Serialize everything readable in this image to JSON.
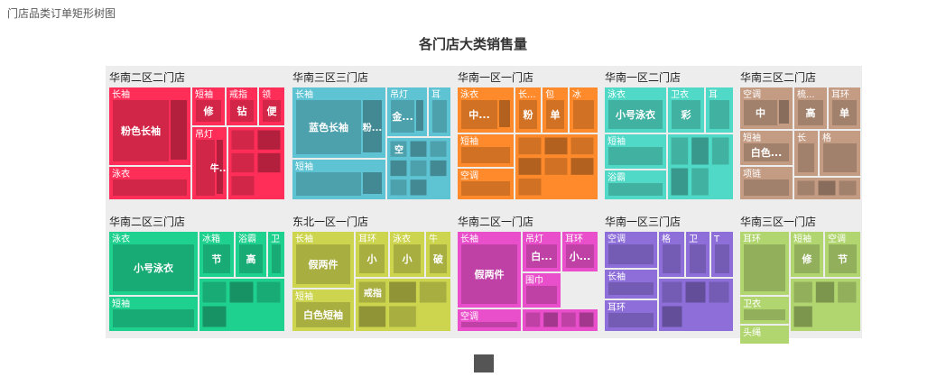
{
  "page": {
    "title": "门店品类订单矩形树图"
  },
  "chart_data": {
    "type": "treemap",
    "title": "各门店大类销售量",
    "colors": [
      "#ff2e58",
      "#5ec4d3",
      "#ff8a2c",
      "#4fd9c6",
      "#c49c84",
      "#1fd18f",
      "#cdd44e",
      "#e94fca",
      "#8e6fda",
      "#b2d66f"
    ],
    "stores": [
      {
        "name": "华南二区二门店",
        "color": "#ff2e58",
        "categories": [
          {
            "name": "长袖",
            "items": [
              {
                "label": "粉色长袖"
              },
              {
                "label": ""
              }
            ]
          },
          {
            "name": "泳衣",
            "items": [
              {
                "label": ""
              }
            ]
          },
          {
            "name": "短袖",
            "items": [
              {
                "label": "修"
              }
            ]
          },
          {
            "name": "戒指",
            "items": [
              {
                "label": "钻"
              }
            ]
          },
          {
            "name": "领",
            "items": [
              {
                "label": "便"
              }
            ]
          },
          {
            "name": "吊灯",
            "items": [
              {
                "label": ""
              },
              {
                "label": "牛..."
              }
            ]
          },
          {
            "name": "",
            "items": [
              {
                "label": ""
              },
              {
                "label": ""
              },
              {
                "label": ""
              },
              {
                "label": ""
              },
              {
                "label": ""
              }
            ]
          }
        ]
      },
      {
        "name": "华南三区三门店",
        "color": "#5ec4d3",
        "categories": [
          {
            "name": "长袖",
            "items": [
              {
                "label": "蓝色长袖"
              },
              {
                "label": "粉..."
              }
            ]
          },
          {
            "name": "短袖",
            "items": [
              {
                "label": ""
              },
              {
                "label": ""
              }
            ]
          },
          {
            "name": "吊灯",
            "items": [
              {
                "label": "金..."
              },
              {
                "label": ""
              }
            ]
          },
          {
            "name": "耳",
            "items": [
              {
                "label": ""
              }
            ]
          },
          {
            "name": "",
            "items": [
              {
                "label": "空"
              },
              {
                "label": ""
              },
              {
                "label": ""
              },
              {
                "label": ""
              },
              {
                "label": ""
              },
              {
                "label": ""
              },
              {
                "label": ""
              },
              {
                "label": ""
              }
            ]
          }
        ]
      },
      {
        "name": "华南一区一门店",
        "color": "#ff8a2c",
        "categories": [
          {
            "name": "泳衣",
            "items": [
              {
                "label": "中..."
              },
              {
                "label": ""
              }
            ]
          },
          {
            "name": "长...",
            "items": [
              {
                "label": "粉"
              }
            ]
          },
          {
            "name": "包",
            "items": [
              {
                "label": "单"
              }
            ]
          },
          {
            "name": "冰",
            "items": [
              {
                "label": ""
              }
            ]
          },
          {
            "name": "短袖",
            "items": [
              {
                "label": ""
              }
            ]
          },
          {
            "name": "空调",
            "items": [
              {
                "label": ""
              }
            ]
          },
          {
            "name": "",
            "items": [
              {
                "label": ""
              },
              {
                "label": ""
              },
              {
                "label": ""
              },
              {
                "label": ""
              },
              {
                "label": ""
              },
              {
                "label": ""
              },
              {
                "label": ""
              }
            ]
          }
        ]
      },
      {
        "name": "华南一区二门店",
        "color": "#4fd9c6",
        "categories": [
          {
            "name": "泳衣",
            "items": [
              {
                "label": "小号泳衣"
              }
            ]
          },
          {
            "name": "卫衣",
            "items": [
              {
                "label": "彩"
              }
            ]
          },
          {
            "name": "耳",
            "items": [
              {
                "label": ""
              }
            ]
          },
          {
            "name": "短袖",
            "items": [
              {
                "label": ""
              }
            ]
          },
          {
            "name": "浴霸",
            "items": [
              {
                "label": ""
              }
            ]
          },
          {
            "name": "",
            "items": [
              {
                "label": ""
              },
              {
                "label": ""
              },
              {
                "label": ""
              },
              {
                "label": ""
              },
              {
                "label": ""
              }
            ]
          }
        ]
      },
      {
        "name": "华南三区二门店",
        "color": "#c49c84",
        "categories": [
          {
            "name": "空调",
            "items": [
              {
                "label": "中"
              },
              {
                "label": ""
              }
            ]
          },
          {
            "name": "梳...",
            "items": [
              {
                "label": "高"
              }
            ]
          },
          {
            "name": "耳环",
            "items": [
              {
                "label": "单"
              }
            ]
          },
          {
            "name": "短袖",
            "items": [
              {
                "label": "白色..."
              }
            ]
          },
          {
            "name": "长",
            "items": [
              {
                "label": ""
              }
            ]
          },
          {
            "name": "格",
            "items": [
              {
                "label": ""
              }
            ]
          },
          {
            "name": "项链",
            "items": [
              {
                "label": ""
              }
            ]
          },
          {
            "name": "",
            "items": [
              {
                "label": ""
              },
              {
                "label": ""
              },
              {
                "label": ""
              }
            ]
          }
        ]
      },
      {
        "name": "华南二区三门店",
        "color": "#1fd18f",
        "categories": [
          {
            "name": "泳衣",
            "items": [
              {
                "label": "小号泳衣"
              }
            ]
          },
          {
            "name": "冰箱",
            "items": [
              {
                "label": "节"
              }
            ]
          },
          {
            "name": "浴霸",
            "items": [
              {
                "label": "高"
              }
            ]
          },
          {
            "name": "卫",
            "items": [
              {
                "label": ""
              }
            ]
          },
          {
            "name": "短袖",
            "items": [
              {
                "label": ""
              }
            ]
          },
          {
            "name": "",
            "items": [
              {
                "label": ""
              },
              {
                "label": ""
              },
              {
                "label": ""
              },
              {
                "label": ""
              }
            ]
          }
        ]
      },
      {
        "name": "东北一区一门店",
        "color": "#cdd44e",
        "categories": [
          {
            "name": "长袖",
            "items": [
              {
                "label": "假两件"
              }
            ]
          },
          {
            "name": "耳环",
            "items": [
              {
                "label": "小"
              }
            ]
          },
          {
            "name": "泳衣",
            "items": [
              {
                "label": "小"
              }
            ]
          },
          {
            "name": "牛",
            "items": [
              {
                "label": "破"
              }
            ]
          },
          {
            "name": "短袖",
            "items": [
              {
                "label": "白色短袖"
              }
            ]
          },
          {
            "name": "",
            "items": [
              {
                "label": "戒指"
              },
              {
                "label": ""
              },
              {
                "label": ""
              },
              {
                "label": ""
              },
              {
                "label": ""
              }
            ]
          }
        ]
      },
      {
        "name": "华南二区一门店",
        "color": "#e94fca",
        "categories": [
          {
            "name": "长袖",
            "items": [
              {
                "label": "假两件"
              }
            ]
          },
          {
            "name": "吊灯",
            "items": [
              {
                "label": "白..."
              }
            ]
          },
          {
            "name": "耳环",
            "items": [
              {
                "label": "小..."
              }
            ]
          },
          {
            "name": "围巾",
            "items": [
              {
                "label": ""
              }
            ]
          },
          {
            "name": "空调",
            "items": [
              {
                "label": ""
              }
            ]
          },
          {
            "name": "",
            "items": [
              {
                "label": ""
              },
              {
                "label": ""
              },
              {
                "label": ""
              },
              {
                "label": ""
              }
            ]
          }
        ]
      },
      {
        "name": "华南一区三门店",
        "color": "#8e6fda",
        "categories": [
          {
            "name": "空调",
            "items": [
              {
                "label": ""
              }
            ]
          },
          {
            "name": "格",
            "items": [
              {
                "label": ""
              }
            ]
          },
          {
            "name": "卫",
            "items": [
              {
                "label": ""
              }
            ]
          },
          {
            "name": "T",
            "items": [
              {
                "label": ""
              }
            ]
          },
          {
            "name": "长袖",
            "items": [
              {
                "label": ""
              }
            ]
          },
          {
            "name": "耳环",
            "items": [
              {
                "label": ""
              }
            ]
          },
          {
            "name": "",
            "items": [
              {
                "label": ""
              },
              {
                "label": ""
              },
              {
                "label": ""
              },
              {
                "label": ""
              }
            ]
          }
        ]
      },
      {
        "name": "华南三区一门店",
        "color": "#b2d66f",
        "categories": [
          {
            "name": "耳环",
            "items": [
              {
                "label": ""
              }
            ]
          },
          {
            "name": "短袖",
            "items": [
              {
                "label": "修"
              }
            ]
          },
          {
            "name": "空调",
            "items": [
              {
                "label": "节"
              }
            ]
          },
          {
            "name": "卫衣",
            "items": [
              {
                "label": ""
              }
            ]
          },
          {
            "name": "头绳",
            "items": [
              {
                "label": ""
              }
            ]
          },
          {
            "name": "",
            "items": [
              {
                "label": ""
              },
              {
                "label": ""
              },
              {
                "label": ""
              },
              {
                "label": ""
              }
            ]
          }
        ]
      }
    ],
    "legend": {
      "position": "bottom-center"
    }
  }
}
